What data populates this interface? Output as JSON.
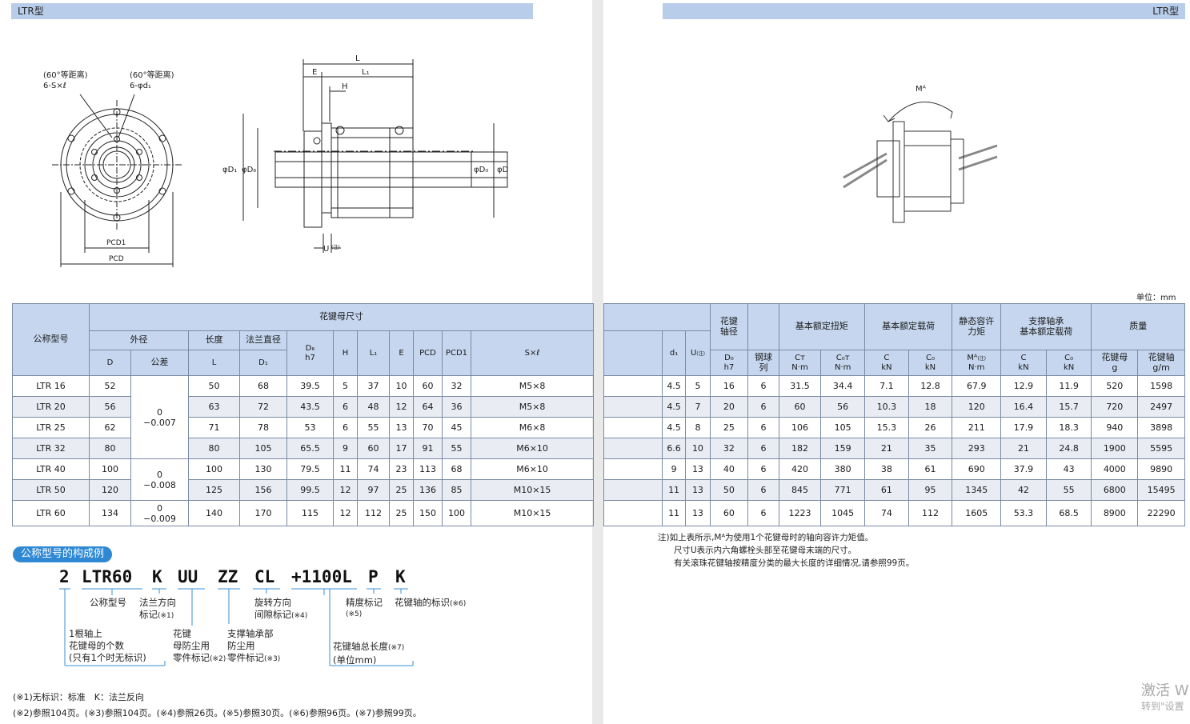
{
  "header": {
    "left_title": "LTR型",
    "right_title": "LTR型"
  },
  "drawing": {
    "front_view": {
      "label_left_1": "(60°等距离)",
      "label_left_2": "6-S×ℓ",
      "label_right_1": "(60°等距离)",
      "label_right_2": "6-φd₁",
      "pcd1": "PCD1",
      "pcd": "PCD"
    },
    "side_view": {
      "L": "L",
      "E": "E",
      "L1": "L₁",
      "H": "H",
      "D1": "φD₁",
      "D6": "φD₆",
      "D0": "φD₀",
      "D": "φD",
      "U": "U",
      "U_note": "(注)"
    },
    "iso_view": {
      "MA": "Mᴬ"
    }
  },
  "unit_label": "单位：mm",
  "table_left": {
    "headers": {
      "model": "公称型号",
      "nut_dims": "花键母尺寸",
      "outer_dia": "外径",
      "length": "长度",
      "flange_dia": "法兰直径",
      "D": "D",
      "tolerance": "公差",
      "L": "L",
      "D1": "D₁",
      "D6": "D₆",
      "h7": "h7",
      "H": "H",
      "L1": "L₁",
      "E": "E",
      "PCD": "PCD",
      "PCD1": "PCD1",
      "Sl": "S×ℓ"
    },
    "rows": [
      {
        "model": "LTR 16",
        "D": "52",
        "L": "50",
        "D1": "68",
        "D6": "39.5",
        "H": "5",
        "L1": "37",
        "E": "10",
        "PCD": "60",
        "PCD1": "32",
        "Sl": "M5×8"
      },
      {
        "model": "LTR 20",
        "D": "56",
        "L": "63",
        "D1": "72",
        "D6": "43.5",
        "H": "6",
        "L1": "48",
        "E": "12",
        "PCD": "64",
        "PCD1": "36",
        "Sl": "M5×8"
      },
      {
        "model": "LTR 25",
        "D": "62",
        "L": "71",
        "D1": "78",
        "D6": "53",
        "H": "6",
        "L1": "55",
        "E": "13",
        "PCD": "70",
        "PCD1": "45",
        "Sl": "M6×8"
      },
      {
        "model": "LTR 32",
        "D": "80",
        "L": "80",
        "D1": "105",
        "D6": "65.5",
        "H": "9",
        "L1": "60",
        "E": "17",
        "PCD": "91",
        "PCD1": "55",
        "Sl": "M6×10"
      },
      {
        "model": "LTR 40",
        "D": "100",
        "L": "100",
        "D1": "130",
        "D6": "79.5",
        "H": "11",
        "L1": "74",
        "E": "23",
        "PCD": "113",
        "PCD1": "68",
        "Sl": "M6×10"
      },
      {
        "model": "LTR 50",
        "D": "120",
        "L": "125",
        "D1": "156",
        "D6": "99.5",
        "H": "12",
        "L1": "97",
        "E": "25",
        "PCD": "136",
        "PCD1": "85",
        "Sl": "M10×15"
      },
      {
        "model": "LTR 60",
        "D": "134",
        "L": "140",
        "D1": "170",
        "D6": "115",
        "H": "12",
        "L1": "112",
        "E": "25",
        "PCD": "150",
        "PCD1": "100",
        "Sl": "M10×15"
      }
    ],
    "tolerances": [
      {
        "upper": "0",
        "lower": "−0.007"
      },
      {
        "upper": "0",
        "lower": "−0.008"
      },
      {
        "upper": "0",
        "lower": "−0.009"
      }
    ]
  },
  "table_right": {
    "headers": {
      "shaft_dia": "花键\n轴径",
      "ball_rows": "钢球\n列",
      "rated_torque": "基本额定扭矩",
      "rated_load": "基本额定载荷",
      "static_moment": "静态容许\n力矩",
      "bearing_load": "支撑轴承\n基本额定载荷",
      "mass": "质量",
      "d1": "d₁",
      "U": "U",
      "U_note": "(注)",
      "D0": "D₀",
      "h7": "h7",
      "ball_rows_short": "列",
      "CT": "Cᴛ",
      "C0T": "C₀ᴛ",
      "Nm": "N·m",
      "C": "C",
      "C0": "C₀",
      "kN": "kN",
      "MA": "Mᴬ",
      "MA_note": "(注)",
      "nut": "花键母",
      "g": "g",
      "shaft": "花键轴",
      "gm": "g/m"
    },
    "rows": [
      {
        "d1": "4.5",
        "U": "5",
        "D0": "16",
        "rows": "6",
        "CT": "31.5",
        "C0T": "34.4",
        "C": "7.1",
        "C0": "12.8",
        "MA": "67.9",
        "BC": "12.9",
        "BC0": "11.9",
        "nut": "520",
        "shaft": "1598"
      },
      {
        "d1": "4.5",
        "U": "7",
        "D0": "20",
        "rows": "6",
        "CT": "60",
        "C0T": "56",
        "C": "10.3",
        "C0": "18",
        "MA": "120",
        "BC": "16.4",
        "BC0": "15.7",
        "nut": "720",
        "shaft": "2497"
      },
      {
        "d1": "4.5",
        "U": "8",
        "D0": "25",
        "rows": "6",
        "CT": "106",
        "C0T": "105",
        "C": "15.3",
        "C0": "26",
        "MA": "211",
        "BC": "17.9",
        "BC0": "18.3",
        "nut": "940",
        "shaft": "3898"
      },
      {
        "d1": "6.6",
        "U": "10",
        "D0": "32",
        "rows": "6",
        "CT": "182",
        "C0T": "159",
        "C": "21",
        "C0": "35",
        "MA": "293",
        "BC": "21",
        "BC0": "24.8",
        "nut": "1900",
        "shaft": "5595"
      },
      {
        "d1": "9",
        "U": "13",
        "D0": "40",
        "rows": "6",
        "CT": "420",
        "C0T": "380",
        "C": "38",
        "C0": "61",
        "MA": "690",
        "BC": "37.9",
        "BC0": "43",
        "nut": "4000",
        "shaft": "9890"
      },
      {
        "d1": "11",
        "U": "13",
        "D0": "50",
        "rows": "6",
        "CT": "845",
        "C0T": "771",
        "C": "61",
        "C0": "95",
        "MA": "1345",
        "BC": "42",
        "BC0": "55",
        "nut": "6800",
        "shaft": "15495"
      },
      {
        "d1": "11",
        "U": "13",
        "D0": "60",
        "rows": "6",
        "CT": "1223",
        "C0T": "1045",
        "C": "74",
        "C0": "112",
        "MA": "1605",
        "BC": "53.3",
        "BC0": "68.5",
        "nut": "8900",
        "shaft": "22290"
      }
    ]
  },
  "notes": [
    "注)如上表所示,Mᴬ为使用1个花键母时的轴向容许力矩值。",
    "尺寸U表示内六角螺栓头部至花键母末端的尺寸。",
    "有关滚珠花键轴按精度分类的最大长度的详细情况,请参照99页。"
  ],
  "config": {
    "title": "公称型号的构成例",
    "codes": [
      "2",
      "LTR60",
      "K",
      "UU",
      "ZZ",
      "CL",
      "+1100L",
      "P",
      "K"
    ],
    "labels": {
      "model": "公称型号",
      "flange_dir_1": "法兰方向",
      "flange_dir_2": "标记",
      "flange_dir_note": "(※1)",
      "rotation_1": "旋转方向",
      "rotation_2": "间隙标记",
      "rotation_note": "(※4)",
      "accuracy": "精度标记",
      "accuracy_note": "(※5)",
      "shaft_mark": "花键轴的标识",
      "shaft_mark_note": "(※6)",
      "count_1": "1根轴上",
      "count_2": "花键母的个数",
      "count_3": "(只有1个时无标识)",
      "seal_1": "花键",
      "seal_2": "母防尘用",
      "seal_3": "零件标记",
      "seal_note": "(※2)",
      "bearing_1": "支撑轴承部",
      "bearing_2": "防尘用",
      "bearing_3": "零件标记",
      "bearing_note": "(※3)",
      "length_1": "花键轴总长度",
      "length_note": "(※7)",
      "length_2": "(单位mm)"
    }
  },
  "footnotes": [
    "(※1)无标识：标准　K：法兰反向",
    "(※2)参照104页。(※3)参照104页。(※4)参照26页。(※5)参照30页。(※6)参照96页。(※7)参照99页。"
  ],
  "watermark": {
    "line1": "激活 W",
    "line2": "转到\"设置"
  }
}
